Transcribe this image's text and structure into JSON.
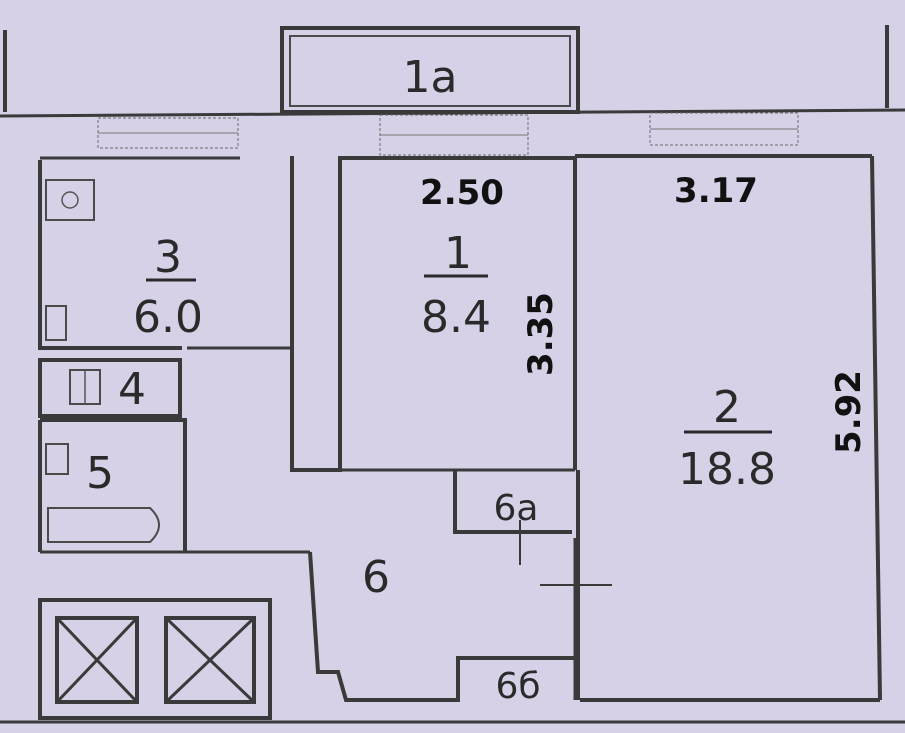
{
  "rooms": {
    "balcony": {
      "number": "1a"
    },
    "room1": {
      "number": "1",
      "area": "8.4"
    },
    "room2": {
      "number": "2",
      "area": "18.8"
    },
    "kitchen": {
      "number": "3",
      "area": "6.0"
    },
    "toilet": {
      "number": "4"
    },
    "bath": {
      "number": "5"
    },
    "hall": {
      "number": "6"
    },
    "closet_a": {
      "number": "6a"
    },
    "closet_b": {
      "number": "6б"
    }
  },
  "dimensions": {
    "room1_width": "2.50",
    "room1_depth": "3.35",
    "room2_width": "3.17",
    "room2_depth": "5.92"
  }
}
